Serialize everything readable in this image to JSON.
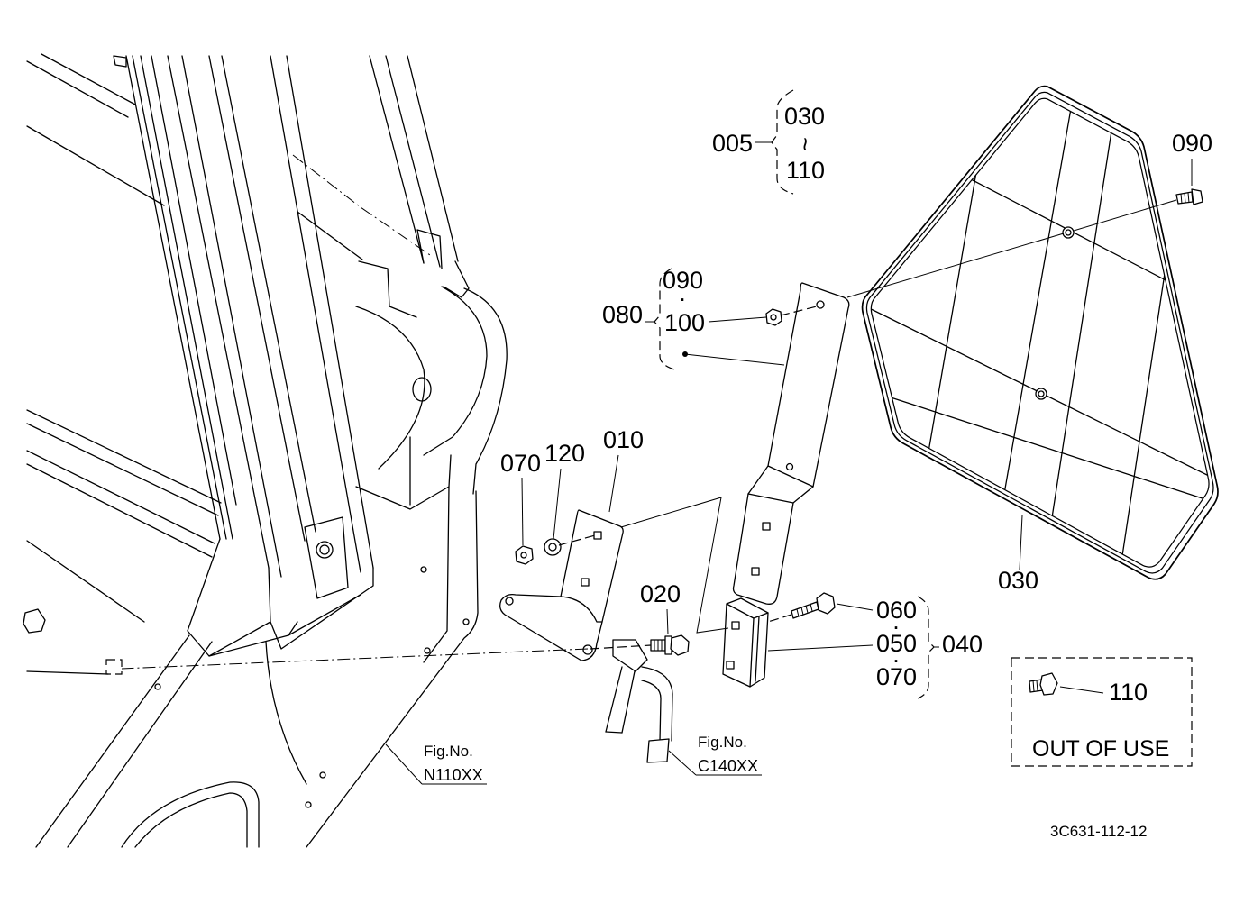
{
  "callouts": {
    "item_005": "005",
    "item_005_from": "030",
    "item_005_range": "~",
    "item_005_to": "110",
    "item_090": "090",
    "item_080": "080",
    "item_080_a": "090",
    "item_080_b": "100",
    "item_070": "070",
    "item_120": "120",
    "item_010": "010",
    "item_020": "020",
    "item_040": "040",
    "item_040_a": "060",
    "item_040_b": "050",
    "item_040_c": "070",
    "item_030": "030",
    "separator": "·"
  },
  "out_of_use": {
    "part": "110",
    "label": "OUT OF USE"
  },
  "figure_refs": [
    {
      "caption": "Fig.No.",
      "number": "N110XX"
    },
    {
      "caption": "Fig.No.",
      "number": "C140XX"
    }
  ],
  "drawing_number": "3C631-112-12"
}
